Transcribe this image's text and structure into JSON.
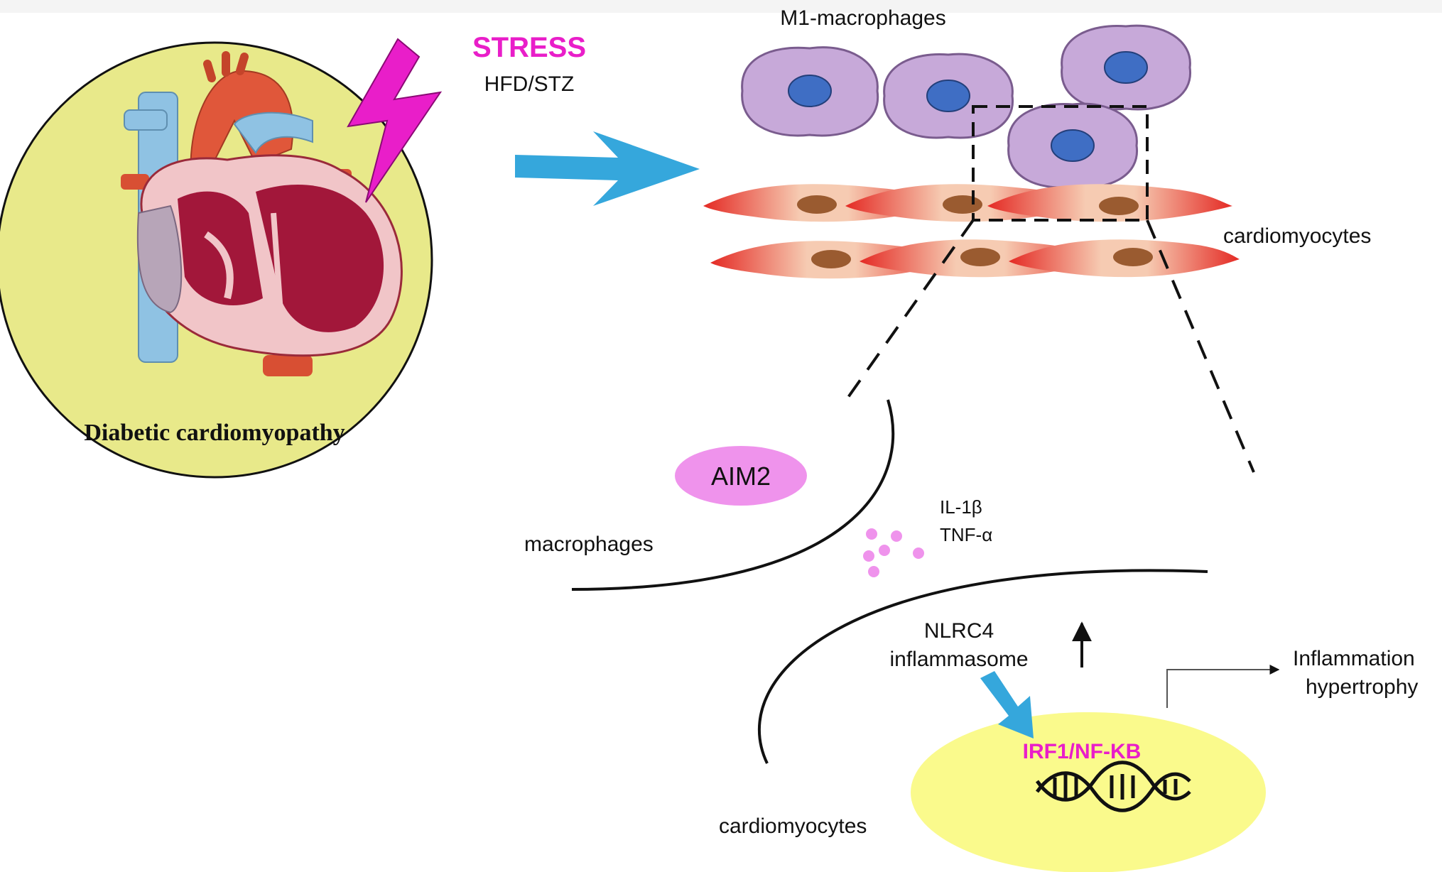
{
  "diagram": {
    "disease": {
      "label": "Diabetic cardiomyopathy"
    },
    "stress": {
      "title": "STRESS",
      "subtitle": "HFD/STZ"
    },
    "cells": {
      "m1_macrophages_label": "M1-macrophages",
      "cardiomyocytes_label": "cardiomyocytes"
    },
    "zoom": {
      "aim2_label": "AIM2",
      "macrophages_label": "macrophages",
      "cytokine_1": "IL-1β",
      "cytokine_2": "TNF-α",
      "nlrc4_line1": "NLRC4",
      "nlrc4_line2": "inflammasome",
      "tf_label": "IRF1/NF-KB",
      "outcome_line1": "Inflammation",
      "outcome_line2": "hypertrophy",
      "cardiomyocytes_label": "cardiomyocytes"
    },
    "colors": {
      "stress_magenta": "#e91ec9",
      "arrow_blue": "#35a7dc",
      "circle_fill": "#e8e98a",
      "nucleus_fill": "#fafa8c",
      "aim2_fill": "#ef93ec",
      "macrophage_body": "#c7a9d9",
      "macrophage_nucleus": "#3f6ec4",
      "myocyte_red": "#e42a24",
      "myocyte_core": "#f3c0a0",
      "myocyte_nucleus": "#9a5b30"
    }
  }
}
